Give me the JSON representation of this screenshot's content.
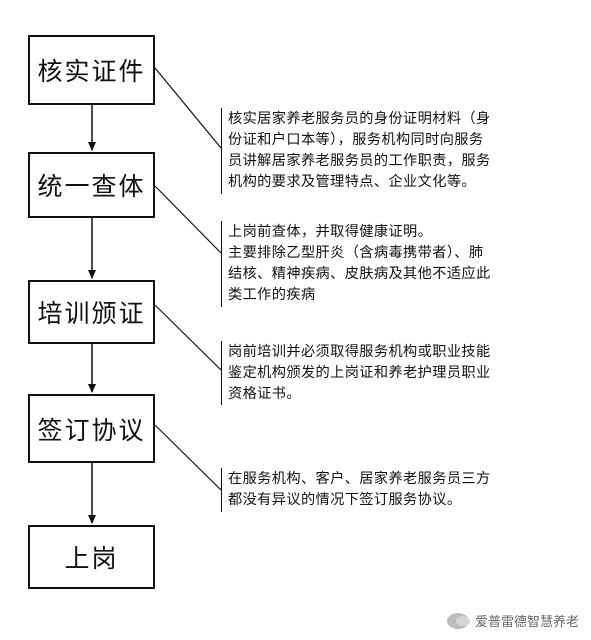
{
  "steps": [
    {
      "label": "核实证件"
    },
    {
      "label": "统一查体"
    },
    {
      "label": "培训颁证"
    },
    {
      "label": "签订协议"
    },
    {
      "label": "上岗"
    }
  ],
  "notes": [
    {
      "text": "核实居家养老服务员的身份证明材料（身\n份证和户口本等），服务机构同时向服务\n员讲解居家养老服务员的工作职责，服务\n机构的要求及管理特点、企业文化等。"
    },
    {
      "text": "上岗前查体，并取得健康证明。\n主要排除乙型肝炎（含病毒携带者）、肺\n结核、精神疾病、皮肤病及其他不适应此\n类工作的疾病"
    },
    {
      "text": "岗前培训并必须取得服务机构或职业技能\n鉴定机构颁发的上岗证和养老护理员职业\n资格证书。"
    },
    {
      "text": "在服务机构、客户、居家养老服务员三方\n都没有异议的情况下签订服务协议。"
    }
  ],
  "watermark": {
    "text": "爱普雷德智慧养老",
    "icon": "wechat-icon"
  }
}
